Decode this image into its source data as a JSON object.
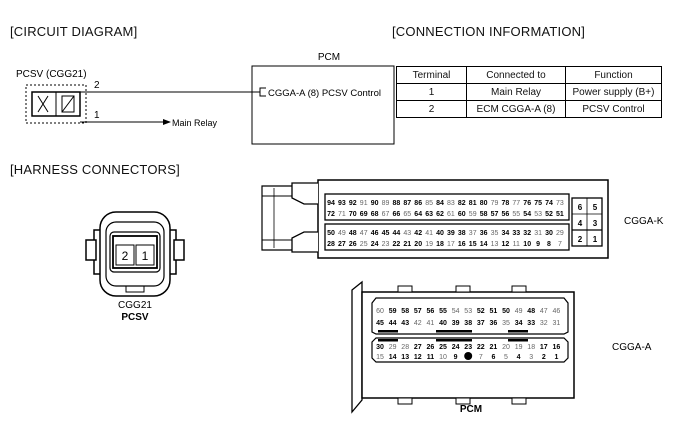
{
  "headers": {
    "circuit": "[CIRCUIT DIAGRAM]",
    "connection": "[CONNECTION INFORMATION]",
    "harness": "[HARNESS CONNECTORS]"
  },
  "circuit": {
    "pcsv_label": "PCSV (CGG21)",
    "pin2": "2",
    "pin1": "1",
    "main_relay": "Main Relay",
    "pcm_title": "PCM",
    "pcm_pin": "CGGA-A (8) PCSV Control"
  },
  "table": {
    "headers": [
      "Terminal",
      "Connected to",
      "Function"
    ],
    "rows": [
      [
        "1",
        "Main Relay",
        "Power supply (B+)"
      ],
      [
        "2",
        "ECM CGGA-A (8)",
        "PCSV Control"
      ]
    ]
  },
  "cgg21": {
    "pins": [
      "2",
      "1"
    ],
    "code": "CGG21",
    "name": "PCSV"
  },
  "cggak": {
    "label": "CGGA-K",
    "row1": [
      "94",
      "93",
      "92",
      "91",
      "90",
      "89",
      "88",
      "87",
      "86",
      "85",
      "84",
      "83",
      "82",
      "81",
      "80",
      "79",
      "78",
      "77",
      "76",
      "75",
      "74",
      "73"
    ],
    "row2": [
      "72",
      "71",
      "70",
      "69",
      "68",
      "67",
      "66",
      "65",
      "64",
      "63",
      "62",
      "61",
      "60",
      "59",
      "58",
      "57",
      "56",
      "55",
      "54",
      "53",
      "52",
      "51"
    ],
    "row3": [
      "50",
      "49",
      "48",
      "47",
      "46",
      "45",
      "44",
      "43",
      "42",
      "41",
      "40",
      "39",
      "38",
      "37",
      "36",
      "35",
      "34",
      "33",
      "32",
      "31",
      "30",
      "29"
    ],
    "row4": [
      "28",
      "27",
      "26",
      "25",
      "24",
      "23",
      "22",
      "21",
      "20",
      "19",
      "18",
      "17",
      "16",
      "15",
      "14",
      "13",
      "12",
      "11",
      "10",
      "9",
      "8",
      "7"
    ],
    "side_top": [
      [
        "6",
        "5"
      ],
      [
        "4",
        "3"
      ]
    ],
    "side_bottom": [
      "2",
      "1"
    ]
  },
  "cggaa": {
    "label": "CGGA-A",
    "row1": [
      "60",
      "59",
      "58",
      "57",
      "56",
      "55",
      "54",
      "53",
      "52",
      "51",
      "50",
      "49",
      "48",
      "47",
      "46"
    ],
    "row2": [
      "45",
      "44",
      "43",
      "42",
      "41",
      "40",
      "39",
      "38",
      "37",
      "36",
      "35",
      "34",
      "33",
      "32",
      "31"
    ],
    "row3": [
      "30",
      "29",
      "28",
      "27",
      "26",
      "25",
      "24",
      "23",
      "22",
      "21",
      "20",
      "19",
      "18",
      "17",
      "16"
    ],
    "row4": [
      "15",
      "14",
      "13",
      "12",
      "11",
      "10",
      "9",
      "8",
      "7",
      "6",
      "5",
      "4",
      "3",
      "2",
      "1"
    ],
    "used": [
      "59",
      "58",
      "57",
      "56",
      "55",
      "52",
      "51",
      "50",
      "48",
      "45",
      "44",
      "43",
      "40",
      "39",
      "38",
      "37",
      "36",
      "34",
      "33",
      "30",
      "27",
      "26",
      "25",
      "24",
      "23",
      "22",
      "21",
      "17",
      "16",
      "14",
      "13",
      "12",
      "11",
      "9",
      "6",
      "4",
      "2",
      "1"
    ],
    "filled_pin": "8"
  },
  "pcm_label": "PCM"
}
